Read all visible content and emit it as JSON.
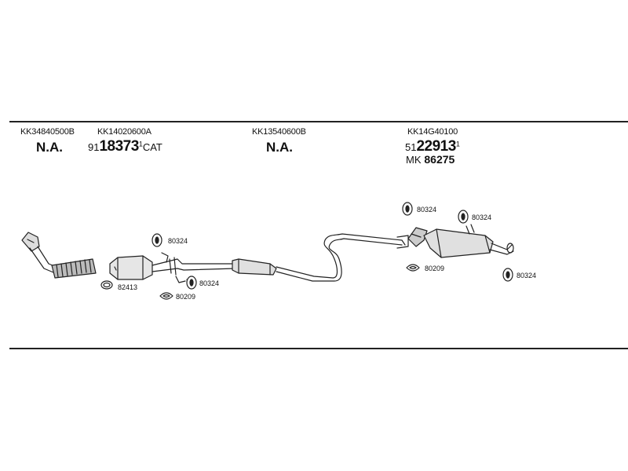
{
  "header_parts": [
    {
      "code": "KK34840500B",
      "part": "N.A."
    },
    {
      "code": "KK14020600A",
      "prefix": "91",
      "number": "18373",
      "sup": "1",
      "suffix": "CAT"
    },
    {
      "code": "KK13540600B",
      "part": "N.A."
    },
    {
      "code": "KK14G40100",
      "prefix": "51",
      "number": "22913",
      "sup": "1",
      "mk_prefix": "MK",
      "mk_number": "86275"
    }
  ],
  "callouts": {
    "bracket_a": "80324",
    "ring": "82413",
    "bracket_b": "80324",
    "gasket_a": "80209",
    "bracket_c": "80324",
    "bracket_d": "80324",
    "gasket_b": "80209",
    "bracket_e": "80324"
  }
}
